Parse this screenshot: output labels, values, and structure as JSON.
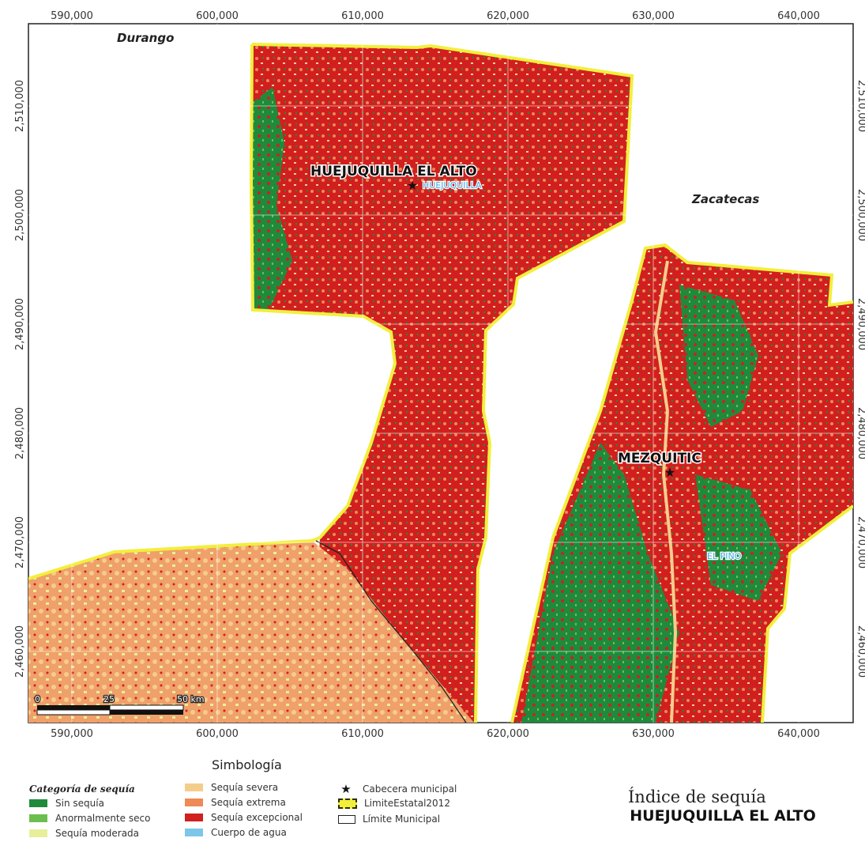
{
  "map": {
    "x_ticks": [
      "590,000",
      "600,000",
      "610,000",
      "620,000",
      "630,000",
      "640,000"
    ],
    "y_ticks": [
      "2,510,000",
      "2,500,000",
      "2,490,000",
      "2,480,000",
      "2,470,000",
      "2,460,000"
    ],
    "y_ticks_right": [
      "2,510,000",
      "2,500,000",
      "2,490,000",
      "2,480,000",
      "2,470,000",
      "2,460,000"
    ],
    "state_labels": {
      "durango": "Durango",
      "zacatecas": "Zacatecas"
    },
    "municipal_seats": {
      "huejuquilla": "HUEJUQUILLA EL ALTO",
      "mezquitic": "MEZQUITIC"
    },
    "water_labels": {
      "huejuquilla": "HUEJUQUILLA",
      "el_pino": "EL PINO"
    },
    "scale_bar": {
      "zero": "0",
      "mid": "25",
      "end": "50 km"
    }
  },
  "legend": {
    "title": "Simbología",
    "category_title": "Categoría de sequía",
    "items": {
      "sin_sequia": "Sin sequía",
      "anormalmente_seco": "Anormalmente seco",
      "sequia_moderada": "Sequía moderada",
      "sequia_severa": "Sequía severa",
      "sequia_extrema": "Sequía extrema",
      "sequia_excepcional": "Sequía excepcional",
      "cuerpo_agua": "Cuerpo de agua",
      "cabecera": "Cabecera municipal",
      "limite_estatal": "LimiteEstatal2012",
      "limite_municipal": "Límite Municipal"
    }
  },
  "colors": {
    "sin_sequia": "#1f8a3c",
    "anormalmente_seco": "#6cbf4f",
    "sequia_moderada": "#e7ef9a",
    "sequia_severa": "#f5cd8b",
    "sequia_extrema": "#ee8a55",
    "sequia_excepcional": "#d11f1f",
    "cuerpo_agua": "#7cc6ea",
    "state_boundary": "#f2ef3c"
  },
  "title": {
    "index": "Índice de sequía",
    "municipality": "HUEJUQUILLA EL ALTO"
  }
}
